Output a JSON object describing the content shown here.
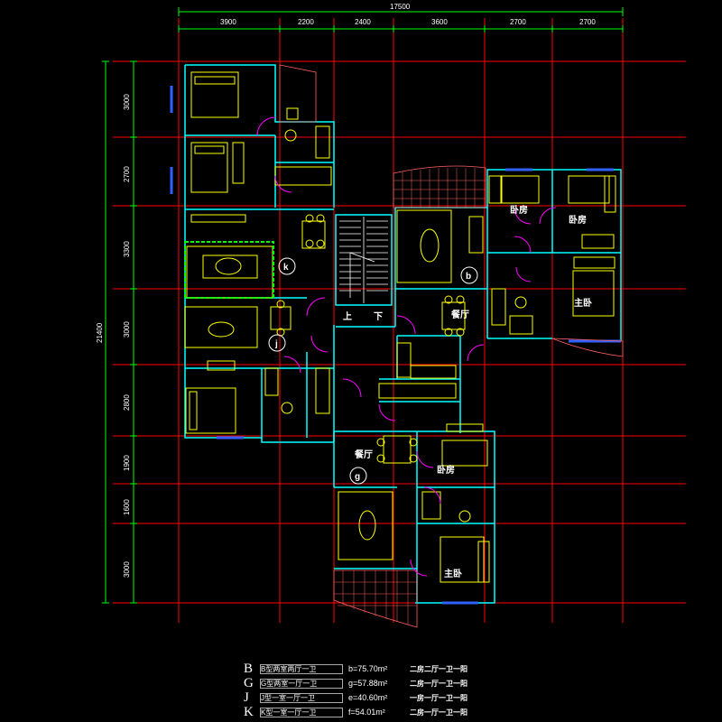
{
  "drawing": {
    "overall_width": "17500",
    "overall_height": "21400",
    "top_dims": [
      "3900",
      "2200",
      "2400",
      "3600",
      "2700",
      "2700"
    ],
    "left_dims": [
      "3000",
      "2700",
      "3300",
      "3000",
      "2800",
      "1900",
      "1600",
      "3000"
    ],
    "unit_labels": {
      "k": "k",
      "b": "b",
      "j": "j",
      "g": "g"
    },
    "stair_labels": {
      "up": "上",
      "down": "下"
    },
    "room_labels": {
      "dining_b": "餐厅",
      "master_b": "主卧",
      "bedroom_b1": "卧房",
      "bedroom_b2": "卧房",
      "dining_g": "餐厅",
      "bedroom_g": "卧房",
      "master_g": "主卧"
    }
  },
  "legend": [
    {
      "letter": "B",
      "type": "B型两室两厅一卫",
      "area": "b=75.70m²",
      "desc": "二房二厅一卫一阳"
    },
    {
      "letter": "G",
      "type": "G型两室一厅一卫",
      "area": "g=57.88m²",
      "desc": "二房一厅一卫一阳"
    },
    {
      "letter": "J",
      "type": "J型一室一厅一卫",
      "area": "e=40.60m²",
      "desc": "一房一厅一卫一阳"
    },
    {
      "letter": "K",
      "type": "K型一室一厅一卫",
      "area": "f=54.01m²",
      "desc": "二房一厅一卫一阳"
    }
  ],
  "colors": {
    "background": "#000000",
    "axis": "#ff0000",
    "dimension": "#00ff00",
    "wall": "#00ffff",
    "furniture": "#ffff00",
    "door": "#ff00ff",
    "window": "#0000ff",
    "balcony": "#ff6060",
    "text": "#ffffff"
  }
}
